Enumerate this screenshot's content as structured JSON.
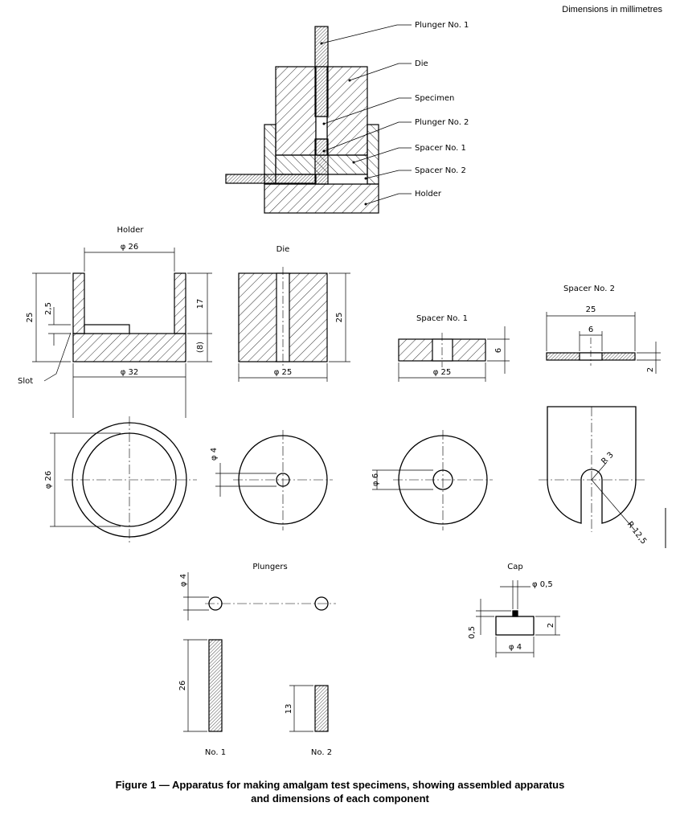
{
  "header_note": "Dimensions in millimetres",
  "assembly_labels": {
    "plunger1": "Plunger No. 1",
    "die": "Die",
    "specimen": "Specimen",
    "plunger2": "Plunger No. 2",
    "spacer1": "Spacer No. 1",
    "spacer2": "Spacer No. 2",
    "holder": "Holder"
  },
  "views": {
    "holder": {
      "title": "Holder",
      "dia_top": "φ 26",
      "height": "25",
      "inner_height": "17",
      "base": "(8)",
      "slot_height": "2,5",
      "slot_label": "Slot",
      "dia_base": "φ 32",
      "dia_plan": "φ 26"
    },
    "die": {
      "title": "Die",
      "height": "25",
      "dia": "φ 25",
      "hole_dia": "φ 4"
    },
    "spacer1": {
      "title": "Spacer No. 1",
      "thickness": "6",
      "dia": "φ 25",
      "hole_dia": "φ 6"
    },
    "spacer2": {
      "title": "Spacer No. 2",
      "width": "25",
      "slot_width": "6",
      "thickness": "2",
      "radius_slot": "R 3",
      "radius_outer": "R 12,5"
    },
    "plungers": {
      "title": "Plungers",
      "dia": "φ 4",
      "length1": "26",
      "length2": "13",
      "label1": "No. 1",
      "label2": "No. 2"
    },
    "cap": {
      "title": "Cap",
      "pin_dia": "φ 0,5",
      "pin_height": "0,5",
      "height": "2",
      "dia": "φ 4"
    }
  },
  "caption": {
    "line1": "Figure 1 — Apparatus for making amalgam test specimens, showing assembled apparatus",
    "line2": "and dimensions of each component"
  }
}
